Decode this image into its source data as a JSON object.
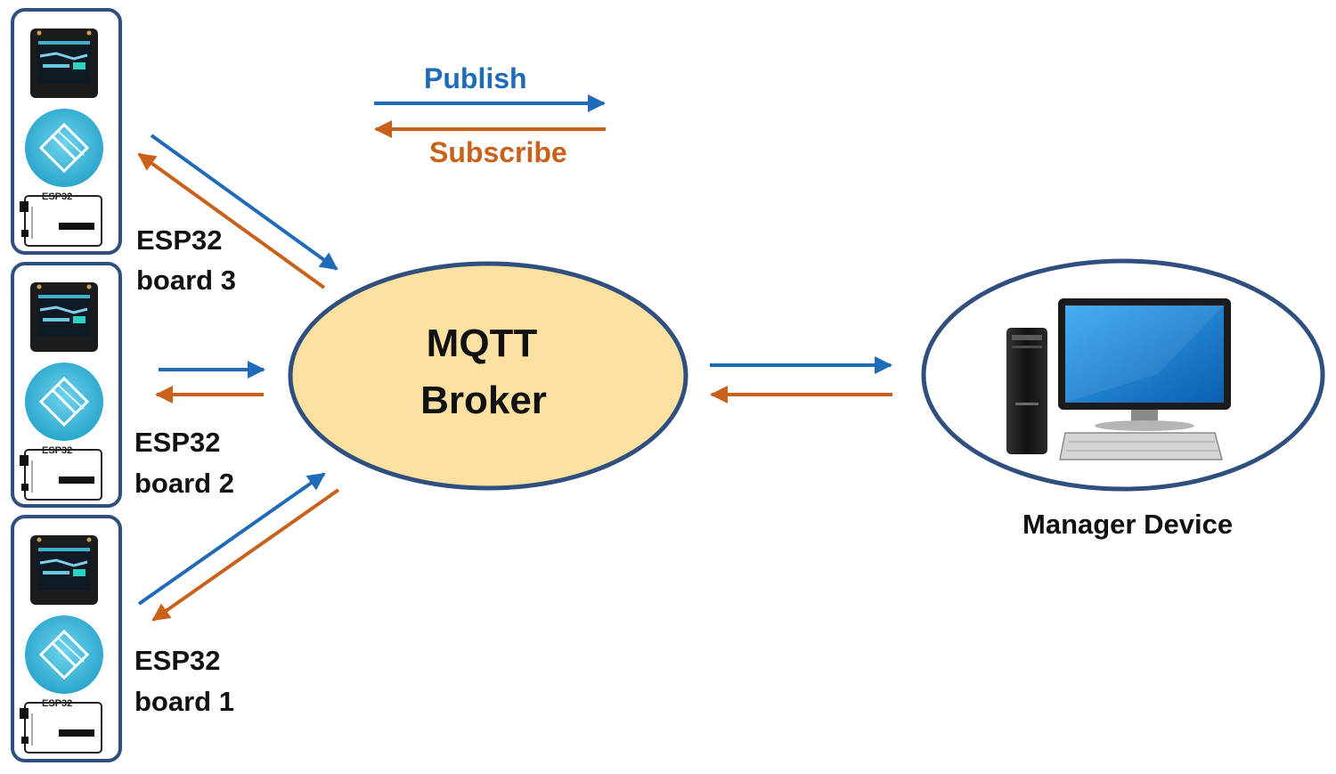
{
  "legend": {
    "publish": "Publish",
    "subscribe": "Subscribe"
  },
  "broker": {
    "line1": "MQTT",
    "line2": "Broker"
  },
  "boards": [
    {
      "line1": "ESP32",
      "line2": "board 3",
      "chip": "ESP32"
    },
    {
      "line1": "ESP32",
      "line2": "board 2",
      "chip": "ESP32"
    },
    {
      "line1": "ESP32",
      "line2": "board 1",
      "chip": "ESP32"
    }
  ],
  "manager": {
    "label": "Manager Device"
  },
  "colors": {
    "publish": "#1f6bb8",
    "subscribe": "#c8611a",
    "outline": "#2f4f7f",
    "broker_fill": "#fbe1a1",
    "sensor": "#3fb8d8"
  },
  "icons": {
    "display": "oled-display-icon",
    "sensor": "sensor-icon",
    "board": "esp32-chip-icon",
    "computer": "desktop-computer-icon"
  }
}
